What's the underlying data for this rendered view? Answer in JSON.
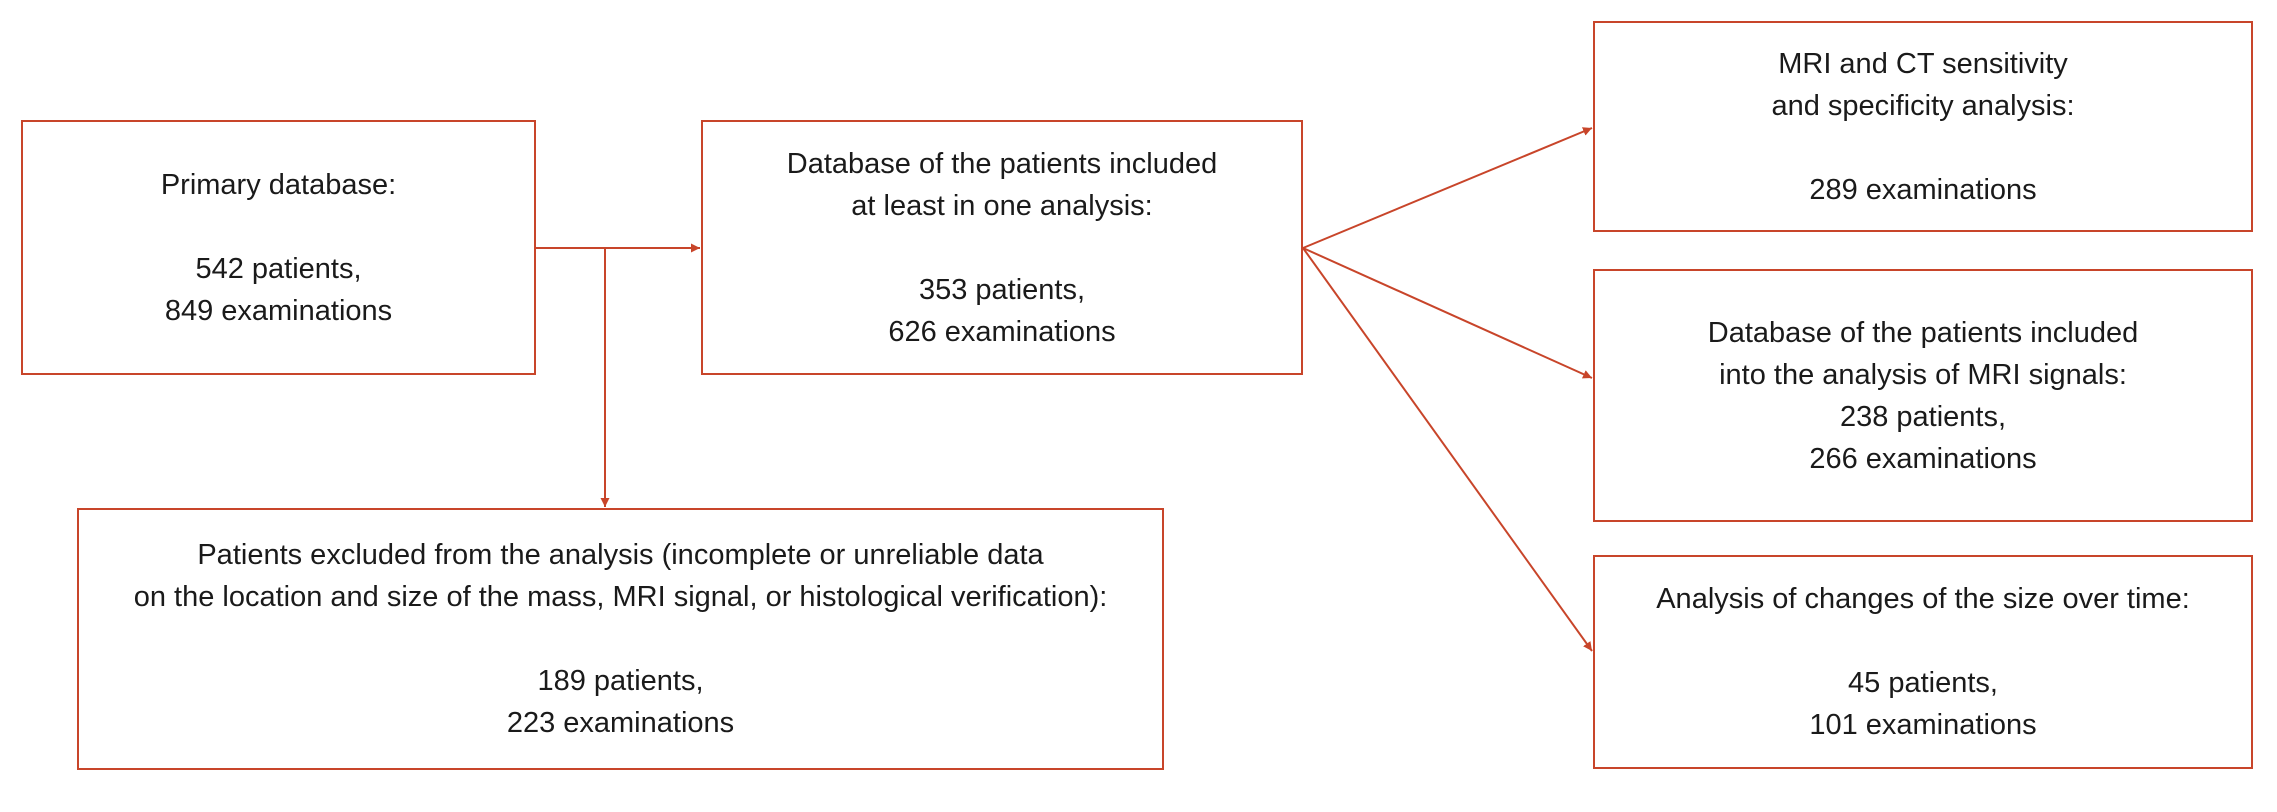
{
  "colors": {
    "accent": "#c8452a",
    "text": "#1a1a1a",
    "background": "#ffffff"
  },
  "boxes": {
    "primary": {
      "lines": [
        "Primary database:",
        "",
        "542 patients,",
        "849 examinations"
      ]
    },
    "included": {
      "lines": [
        "Database of the patients included",
        "at least in one analysis:",
        "",
        "353 patients,",
        "626 examinations"
      ]
    },
    "excluded": {
      "lines": [
        "Patients excluded from the analysis (incomplete or unreliable data",
        "on the location and size of the mass, MRI signal, or histological verification):",
        "",
        "189 patients,",
        "223 examinations"
      ]
    },
    "mri_ct": {
      "lines": [
        "MRI and CT sensitivity",
        "and specificity analysis:",
        "",
        "289 examinations"
      ]
    },
    "signals": {
      "lines": [
        "Database of the patients included",
        "into the analysis of MRI signals:",
        "238 patients,",
        "266 examinations"
      ]
    },
    "size": {
      "lines": [
        "Analysis of changes of the size over time:",
        "",
        "45 patients,",
        "101 examinations"
      ]
    }
  }
}
